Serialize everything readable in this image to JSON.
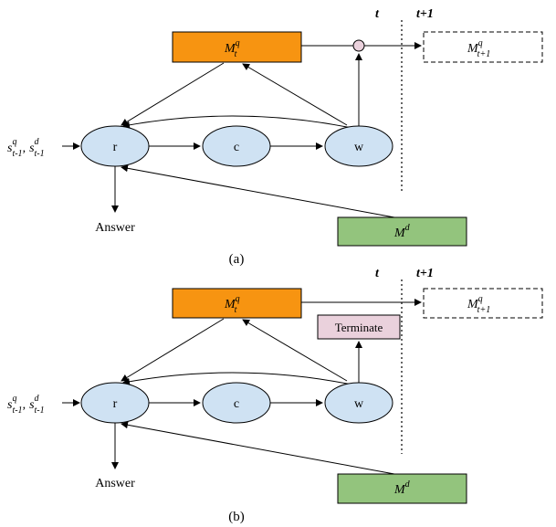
{
  "colors": {
    "orange": "#f79411",
    "green": "#93c47d",
    "ellipse_fill": "#cfe2f3",
    "terminate_fill": "#ead1dc",
    "gate_fill": "#ead1dc",
    "stroke": "#000000"
  },
  "panel_a": {
    "caption": "(a)",
    "time_t": "t",
    "time_t1": "t+1",
    "memory_q": {
      "base": "M",
      "sup": "q",
      "sub": "t"
    },
    "memory_q_next": {
      "base": "M",
      "sup": "q",
      "sub": "t+1"
    },
    "memory_d": {
      "base": "M",
      "sup": "d"
    },
    "node_r": "r",
    "node_c": "c",
    "node_w": "w",
    "state_input": {
      "sq": "s",
      "sq_sup": "q",
      "sq_sub": "t-1",
      "sep": ",",
      "sd": "s",
      "sd_sup": "d",
      "sd_sub": "t-1"
    },
    "answer": "Answer"
  },
  "panel_b": {
    "caption": "(b)",
    "time_t": "t",
    "time_t1": "t+1",
    "memory_q": {
      "base": "M",
      "sup": "q",
      "sub": "t"
    },
    "memory_q_next": {
      "base": "M",
      "sup": "q",
      "sub": "t+1"
    },
    "memory_d": {
      "base": "M",
      "sup": "d"
    },
    "node_r": "r",
    "node_c": "c",
    "node_w": "w",
    "terminate": "Terminate",
    "state_input": {
      "sq": "s",
      "sq_sup": "q",
      "sq_sub": "t-1",
      "sep": ",",
      "sd": "s",
      "sd_sup": "d",
      "sd_sub": "t-1"
    },
    "answer": "Answer"
  }
}
